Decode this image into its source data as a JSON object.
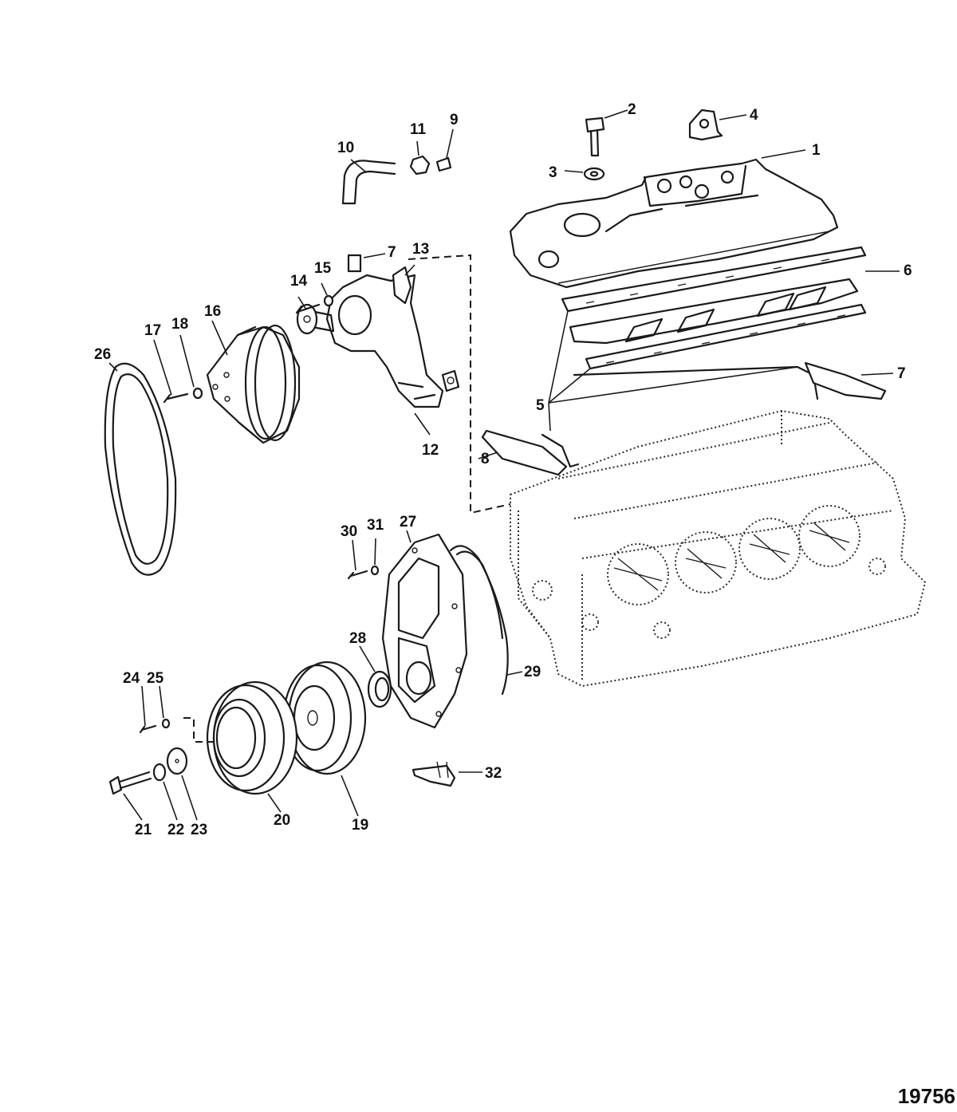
{
  "figure_number": "19756",
  "callouts": [
    "1",
    "2",
    "3",
    "4",
    "5",
    "6",
    "7",
    "7",
    "8",
    "9",
    "10",
    "11",
    "12",
    "13",
    "14",
    "15",
    "16",
    "17",
    "18",
    "19",
    "20",
    "21",
    "22",
    "23",
    "24",
    "25",
    "26",
    "27",
    "28",
    "29",
    "30",
    "31",
    "32"
  ]
}
